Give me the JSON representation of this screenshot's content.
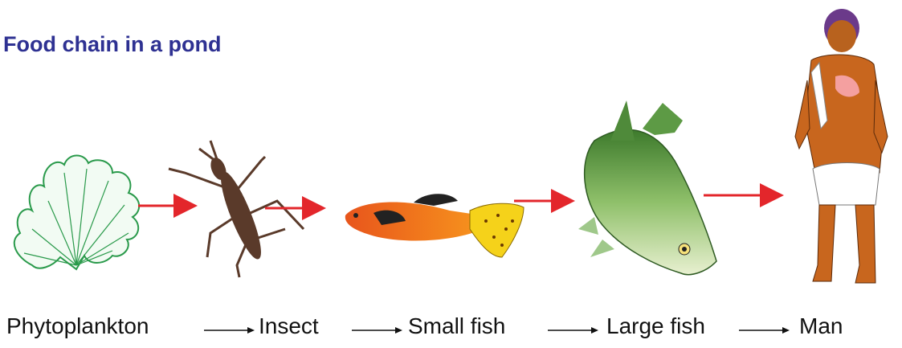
{
  "title": "Food chain in a pond",
  "organisms": [
    "Phytoplankton",
    "Insect",
    "Small fish",
    "Large fish",
    "Man"
  ],
  "chain_labels": {
    "phytoplankton": "Phytoplankton",
    "insect": "Insect",
    "small_fish": "Small fish",
    "large_fish": "Large fish",
    "man": "Man"
  },
  "colors": {
    "title": "#2e3192",
    "red_arrow": "#e3262b",
    "plankton": "#2a9a4b"
  },
  "icons": [
    "phytoplankton-icon",
    "insect-icon",
    "small-fish-icon",
    "large-fish-icon",
    "man-icon"
  ]
}
